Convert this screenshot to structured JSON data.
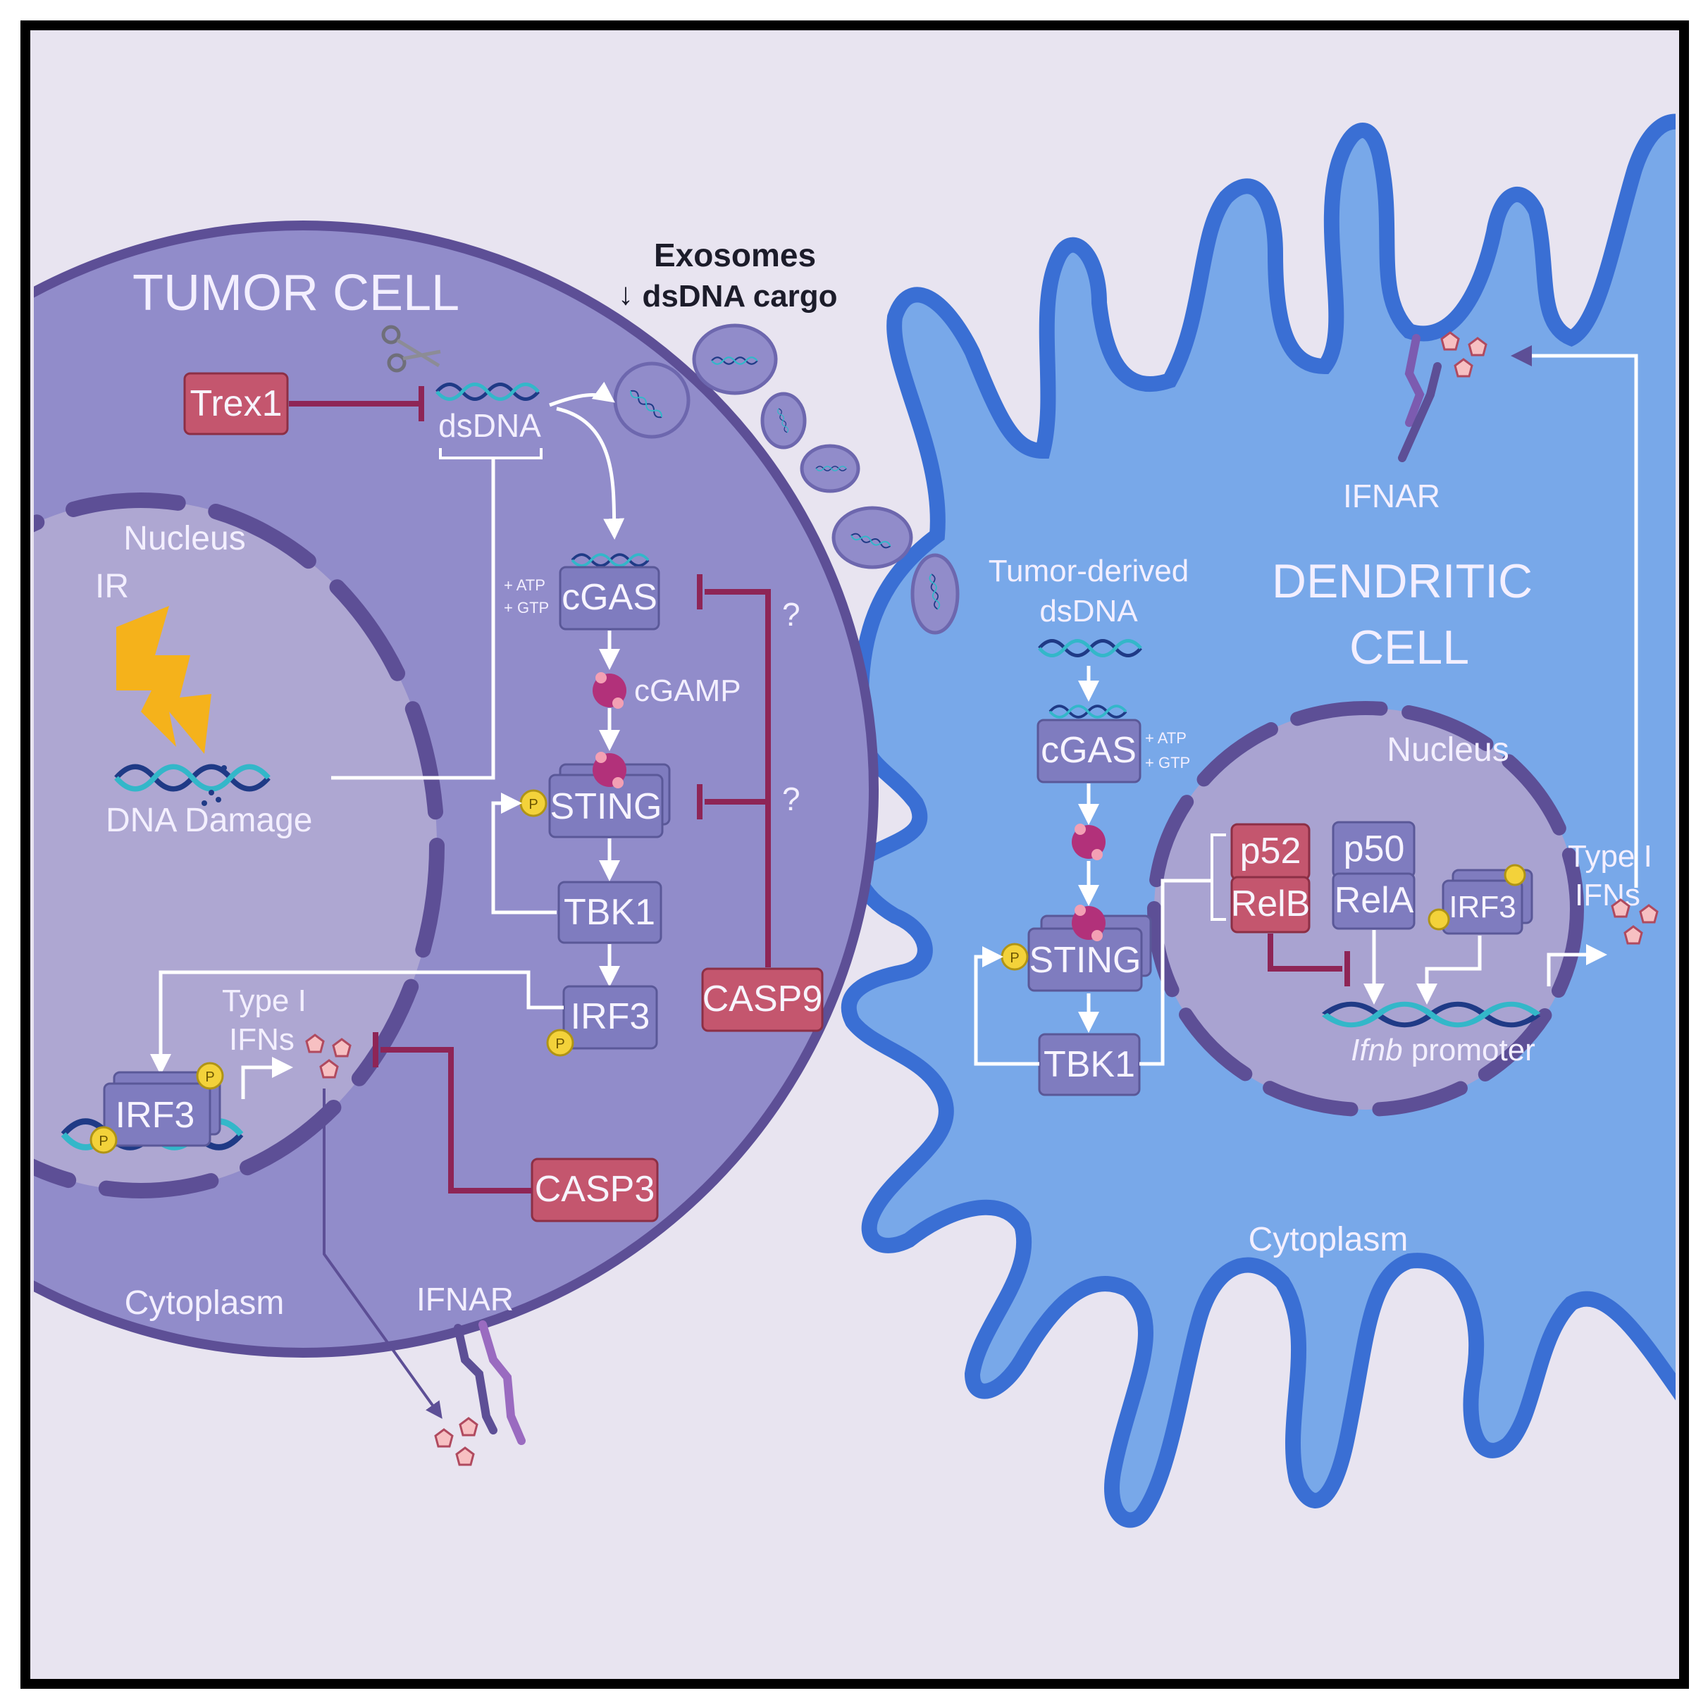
{
  "tumor_cell": {
    "title": "TUMOR CELL",
    "nucleus": "Nucleus",
    "ir": "IR",
    "dna_damage": "DNA Damage",
    "cytoplasm": "Cytoplasm",
    "ifnar": "IFNAR",
    "trex1": "Trex1",
    "dsdna": "dsDNA",
    "atp": "+ ATP",
    "gtp": "+ GTP",
    "cgas": "cGAS",
    "cgamp": "cGAMP",
    "sting": "STING",
    "tbk1": "TBK1",
    "irf3": "IRF3",
    "irf3_nucleus": "IRF3",
    "casp9": "CASP9",
    "casp3": "CASP3",
    "question_1": "?",
    "question_2": "?",
    "type_i": "Type I",
    "ifns": "IFNs",
    "p": "P"
  },
  "exosomes": {
    "title": "Exosomes",
    "arrow": "↓",
    "cargo": "dsDNA cargo"
  },
  "dendritic_cell": {
    "title_line1": "DENDRITIC",
    "title_line2": "CELL",
    "tumor_derived": "Tumor-derived",
    "dsdna": "dsDNA",
    "cgas": "cGAS",
    "atp": "+ ATP",
    "gtp": "+ GTP",
    "sting": "STING",
    "tbk1": "TBK1",
    "nucleus": "Nucleus",
    "p52": "p52",
    "relb": "RelB",
    "p50": "p50",
    "rela": "RelA",
    "irf3": "IRF3",
    "type_i": "Type I",
    "ifns": "IFNs",
    "promoter_gene": "Ifnb",
    "promoter_word": " promoter",
    "cytoplasm": "Cytoplasm",
    "ifnar": "IFNAR",
    "p": "P"
  },
  "colors": {
    "background": "#e8e4f0",
    "tumor_cytoplasm": "#918cca",
    "tumor_nucleus": "#aea7d2",
    "membrane": "#5d4f96",
    "dc_body": "#78a8e9",
    "dc_outline": "#3a6fd4",
    "dc_nucleus": "#a9a3d1",
    "protein_box": "#7f7cbf",
    "inhibitor_box": "#c4566e",
    "inhibition_line": "#8e2556",
    "phospho": "#f3d23a",
    "ifn_pentagon": "#f7c0c2",
    "lightning": "#f5b21b"
  }
}
